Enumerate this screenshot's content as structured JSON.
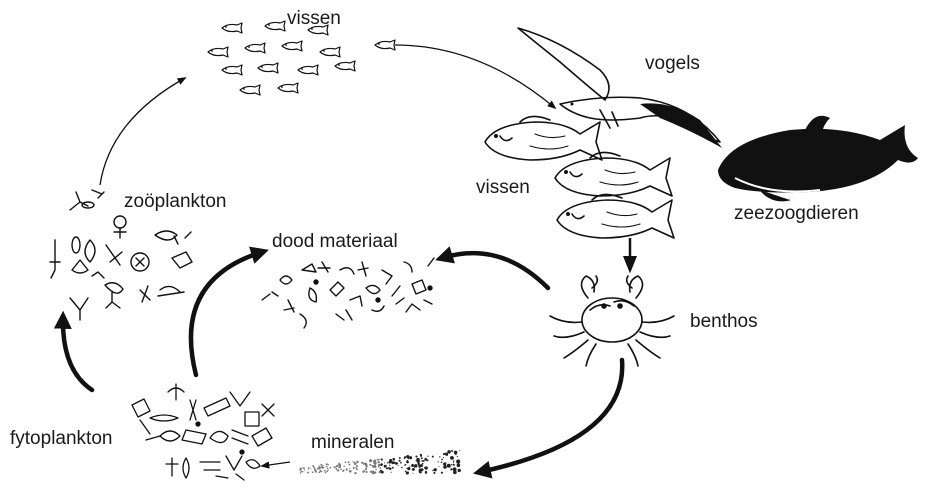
{
  "labels": {
    "vissen_top": "vissen",
    "vogels": "vogels",
    "vissen_mid": "vissen",
    "zeezoogdieren": "zeezoogdieren",
    "zooplankton": "zoöplankton",
    "dood_materiaal": "dood materiaal",
    "benthos": "benthos",
    "fytoplankton": "fytoplankton",
    "mineralen": "mineralen"
  }
}
